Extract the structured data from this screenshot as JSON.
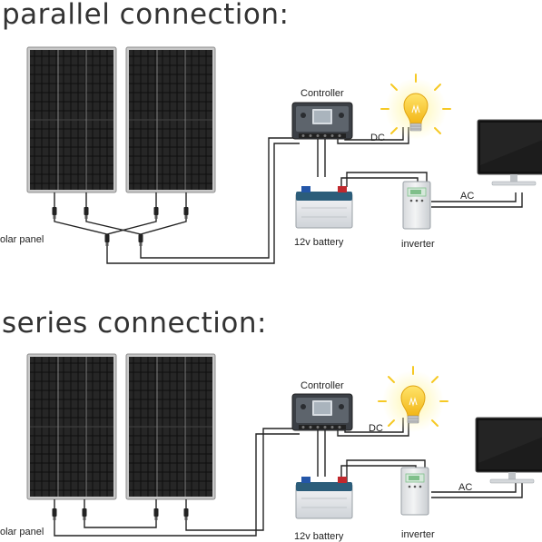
{
  "sections": [
    {
      "title": "parallel connection:",
      "labels": {
        "controller": "Controller",
        "dc": "DC",
        "ac": "AC",
        "solar_panel": "olar panel",
        "battery": "12v battery",
        "inverter": "inverter"
      }
    },
    {
      "title": "series connection:",
      "labels": {
        "controller": "Controller",
        "dc": "DC",
        "ac": "AC",
        "solar_panel": "olar panel",
        "battery": "12v battery",
        "inverter": "inverter"
      }
    }
  ],
  "colors": {
    "panel_frame": "#b5b5b5",
    "panel_cell": "#141414",
    "wire": "#222222",
    "bulb": "#f6c924",
    "battery_top": "#2c5d7a",
    "battery_terminal_neg": "#2456a8",
    "battery_terminal_pos": "#c0282d",
    "inverter_body": "#eceef0",
    "inverter_screen": "#7fbf8a"
  }
}
